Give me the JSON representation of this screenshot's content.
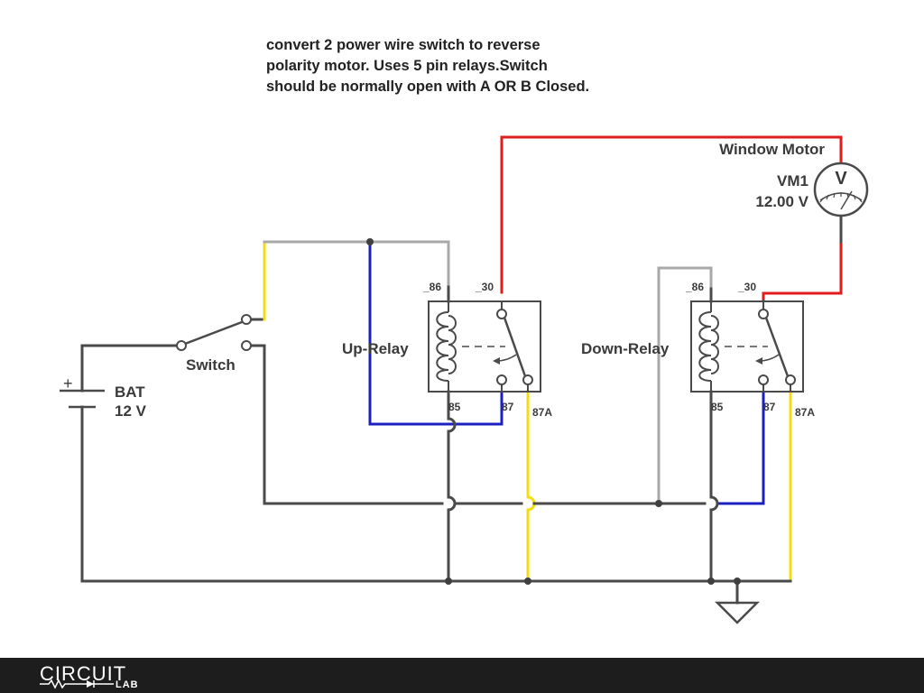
{
  "description": {
    "lines": [
      "convert 2 power wire switch to reverse",
      "polarity motor. Uses 5 pin relays.Switch",
      "should be normally open with A OR B Closed."
    ]
  },
  "motor": {
    "title": "Window Motor",
    "ref": "VM1",
    "value": "12.00 V",
    "symbol": "V"
  },
  "battery": {
    "name": "BAT",
    "value": "12 V",
    "plus_sign": "+"
  },
  "switch": {
    "name": "Switch"
  },
  "up_relay": {
    "name": "Up-Relay",
    "pins": {
      "p86": "_86",
      "p30": "_30",
      "p85": "85",
      "p87": "87",
      "p87a": "87A"
    }
  },
  "down_relay": {
    "name": "Down-Relay",
    "pins": {
      "p86": "_86",
      "p30": "_30",
      "p85": "85",
      "p87": "87",
      "p87a": "87A"
    }
  },
  "footer": {
    "logo_top": "CIRCUIT",
    "logo_bottom": "LAB"
  },
  "colors": {
    "wire_default": "#4a4a4a",
    "wire_red": "#e01c1c",
    "wire_blue": "#1c20c0",
    "wire_yellow": "#f4dc10",
    "wire_gray": "#a8a8a8",
    "footer_bg": "#1d1d1d"
  }
}
